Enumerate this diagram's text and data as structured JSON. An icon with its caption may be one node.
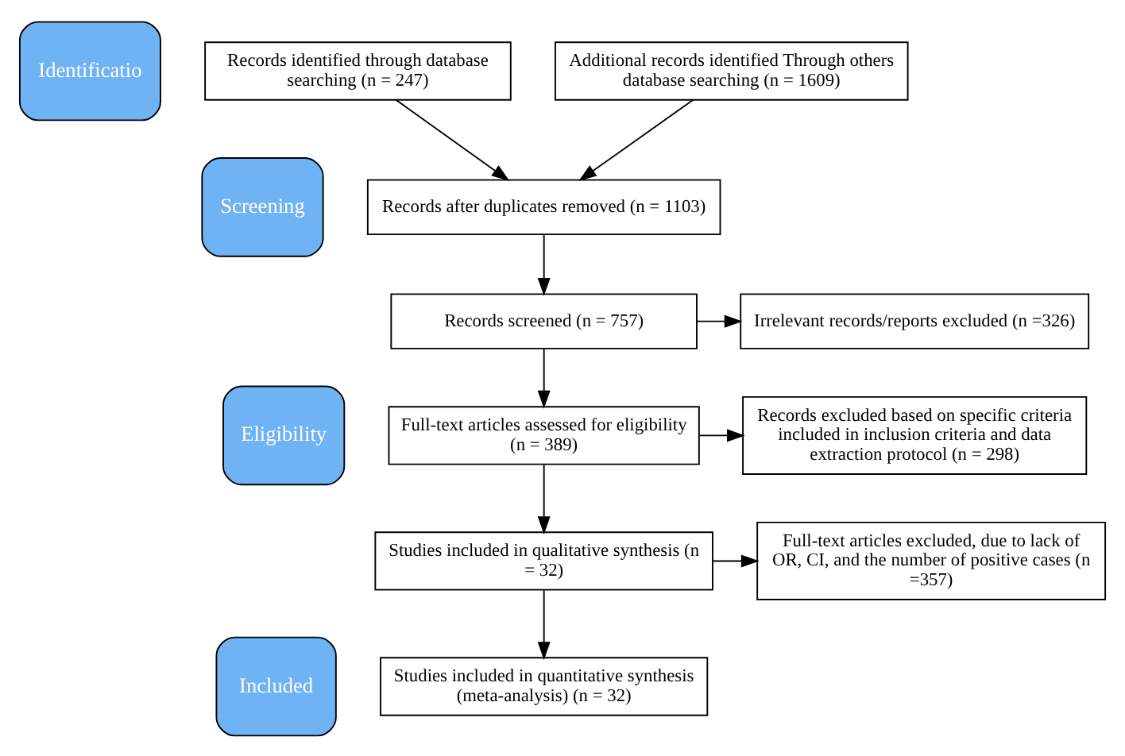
{
  "diagram": {
    "nodes": [
      {
        "text": [
          "Identificatio"
        ]
      },
      {
        "text": [
          "Screening"
        ]
      },
      {
        "text": [
          "Eligibility"
        ]
      },
      {
        "text": [
          "Included"
        ]
      },
      {
        "text": [
          "Records identified through database searching (n = 247)"
        ]
      },
      {
        "text": [
          "Additional records identified Through others database searching (n = 1609)"
        ]
      },
      {
        "text": [
          "Records after duplicates removed (n = 1103)"
        ]
      },
      {
        "text": [
          "Records screened (n = 757)"
        ]
      },
      {
        "text": [
          "Irrelevant records/reports excluded (n =326)"
        ]
      },
      {
        "text": [
          "Full-text articles assessed for eligibility (n = 389)"
        ]
      },
      {
        "text": [
          "Records excluded based on specific criteria included in inclusion criteria and data extraction protocol (n = 298)"
        ]
      },
      {
        "text": [
          "Studies included in qualitative synthesis (n = 32)"
        ]
      },
      {
        "text": [
          "Full-text articles excluded, due to lack of OR, CI, and the number of positive cases (n =357)"
        ]
      },
      {
        "text": [
          "Studies included in quantitative synthesis (meta-analysis) (n = 32)"
        ]
      }
    ],
    "edges": [
      {
        "from": 4,
        "to": 6,
        "arrow": "to"
      },
      {
        "from": 5,
        "to": 6,
        "arrow": "to"
      },
      {
        "from": 6,
        "to": 7,
        "arrow": "to"
      },
      {
        "from": 7,
        "to": 8,
        "arrow": "to"
      },
      {
        "from": 7,
        "to": 9,
        "arrow": "to"
      },
      {
        "from": 9,
        "to": 10,
        "arrow": "to"
      },
      {
        "from": 9,
        "to": 11,
        "arrow": "to"
      },
      {
        "from": 11,
        "to": 12,
        "arrow": "to"
      },
      {
        "from": 11,
        "to": 13,
        "arrow": "to"
      }
    ]
  }
}
